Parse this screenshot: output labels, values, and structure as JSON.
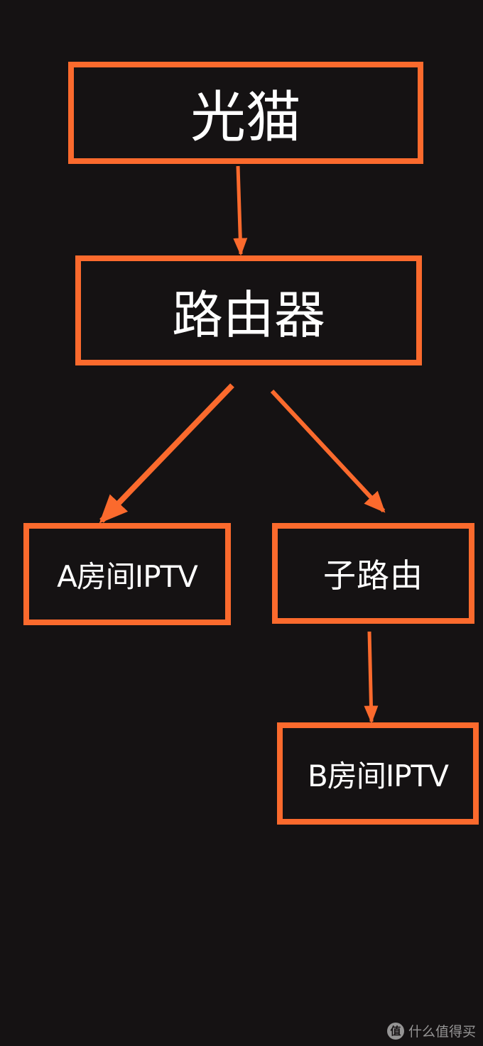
{
  "diagram": {
    "nodes": {
      "modem": "光猫",
      "router": "路由器",
      "iptv_a": "A房间IPTV",
      "sub_router": "子路由",
      "iptv_b": "B房间IPTV"
    }
  },
  "watermark": {
    "logo": "值",
    "text": "什么值得买"
  },
  "colors": {
    "background": "#151213",
    "accent": "#fb6a2d",
    "text": "#ffffff"
  }
}
